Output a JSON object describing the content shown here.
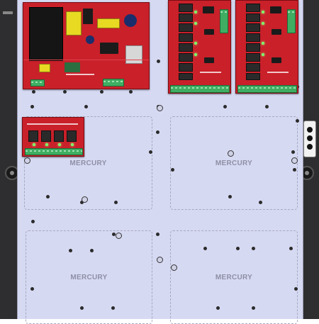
{
  "enclosure": {
    "backplate_color": "#d6d9f2",
    "frame_color": "#3a3a3c",
    "board_color": "#c9202a",
    "terminal_color": "#3fae62"
  },
  "slots": [
    {
      "label": "MERCURY"
    },
    {
      "label": "MERCURY"
    },
    {
      "label": "MERCURY"
    },
    {
      "label": "MERCURY"
    }
  ],
  "boards": [
    {
      "type": "power-supply-board"
    },
    {
      "type": "relay-output-board"
    },
    {
      "type": "relay-output-board"
    },
    {
      "type": "small-output-board"
    }
  ],
  "icons": [
    "hinge-icon",
    "latch-icon",
    "mounting-hole-icon"
  ]
}
